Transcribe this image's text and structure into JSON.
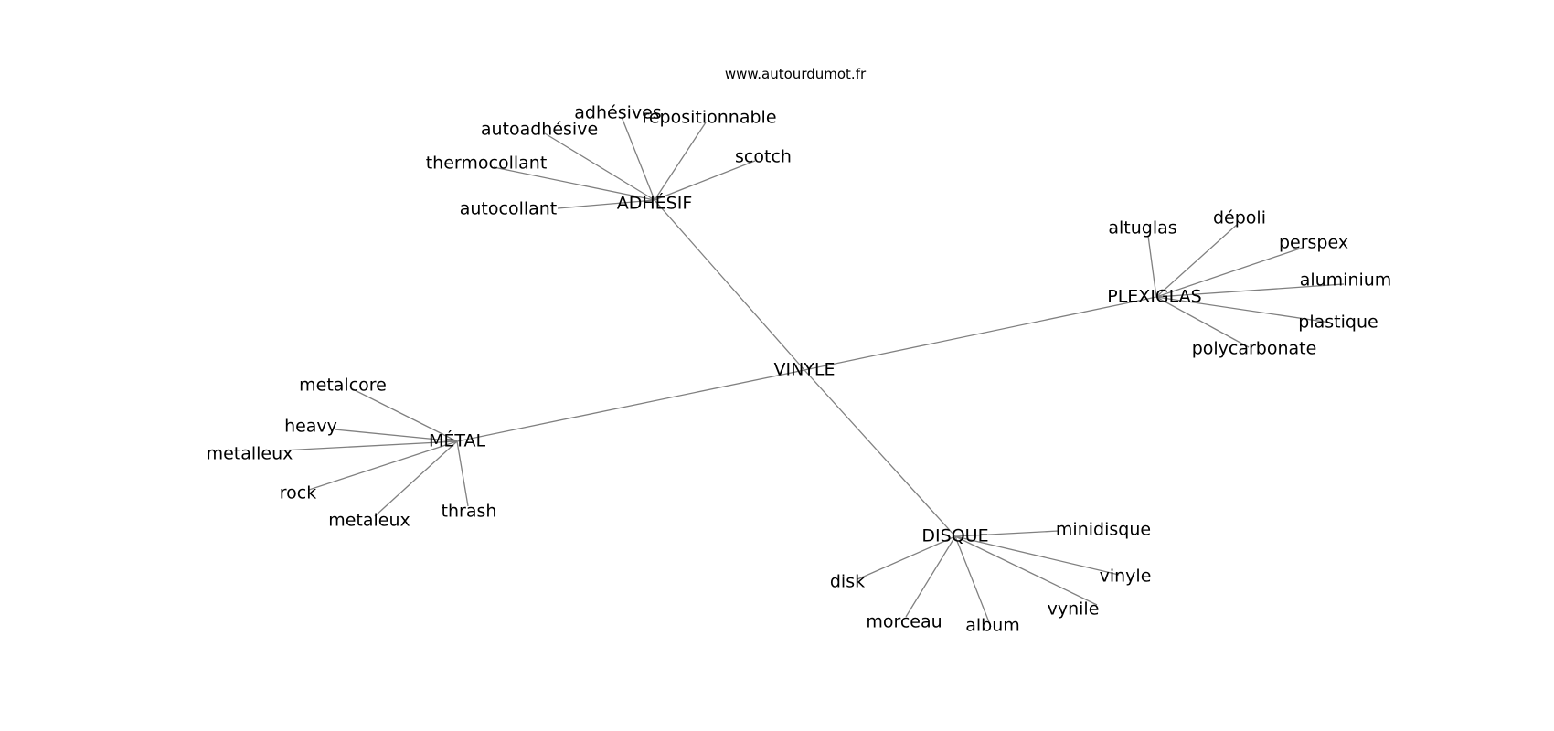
{
  "watermark": "www.autourdumot.fr",
  "root": "VINYLE",
  "groups": [
    {
      "hub": "ADHÉSIF",
      "leaves": [
        "adhésives",
        "repositionnable",
        "autoadhésive",
        "scotch",
        "thermocollant",
        "autocollant"
      ]
    },
    {
      "hub": "PLEXIGLAS",
      "leaves": [
        "altuglas",
        "dépoli",
        "perspex",
        "aluminium",
        "plastique",
        "polycarbonate"
      ]
    },
    {
      "hub": "MÉTAL",
      "leaves": [
        "metalcore",
        "heavy",
        "metalleux",
        "rock",
        "metaleux",
        "thrash"
      ]
    },
    {
      "hub": "DISQUE",
      "leaves": [
        "minidisque",
        "vinyle",
        "vynile",
        "album",
        "morceau",
        "disk"
      ]
    }
  ]
}
